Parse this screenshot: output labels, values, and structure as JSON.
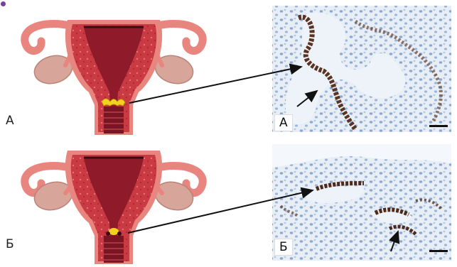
{
  "figure": {
    "left_labels": [
      "А",
      "Б"
    ],
    "panel_labels": [
      "А",
      "Б"
    ]
  },
  "colors": {
    "uterus_outer": "#e9857f",
    "uterus_wall": "#c9373f",
    "uterus_cavity": "#8e1a2a",
    "ovary": "#d8a59b",
    "lesion": "#f2d21c",
    "histology_bg": "#e8eef6",
    "nuclei_blue": "#7f9fc7",
    "stain_brown": "#5a3322",
    "corner_dot": "#7b3fa2"
  },
  "icons": [
    "uterus-illustration-icon",
    "histology-micrograph-icon",
    "pointer-arrow-icon"
  ]
}
